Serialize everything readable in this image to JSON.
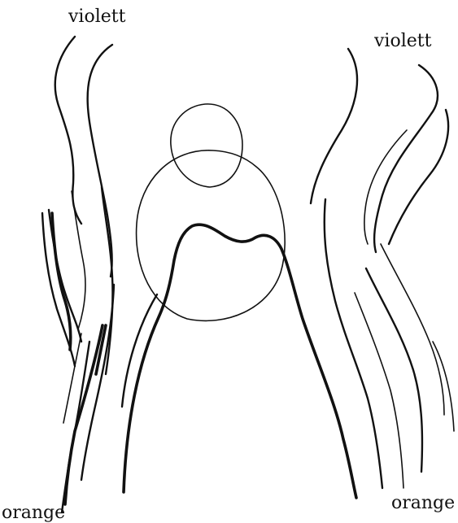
{
  "labels": {
    "top_left": "violett",
    "top_right": "violett",
    "bottom_left": "orange",
    "bottom_right": "orange"
  },
  "colors": {
    "ink": "#111111",
    "paper": "#ffffff"
  }
}
